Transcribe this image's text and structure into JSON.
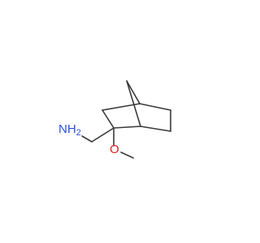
{
  "molecule": {
    "labels": {
      "amine": "NH",
      "amine_sub": "2",
      "oxygen": "O"
    },
    "colors": {
      "bond": "#3a3a3a",
      "nitrogen": "#2b4fd6",
      "oxygen": "#e02020",
      "background": "#ffffff"
    }
  }
}
